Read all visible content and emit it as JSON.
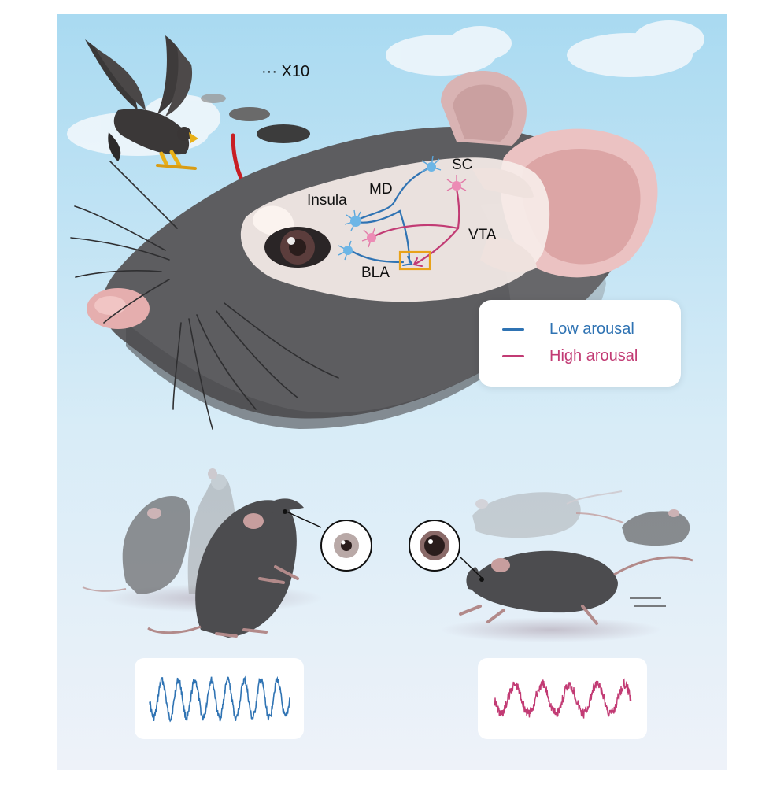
{
  "repeat_label": "··· X10",
  "regions": {
    "insula": "Insula",
    "md": "MD",
    "sc": "SC",
    "vta": "VTA",
    "bla": "BLA"
  },
  "legend": {
    "low": {
      "label": "Low arousal",
      "color": "#2f73b3"
    },
    "high": {
      "label": "High arousal",
      "color": "#c23b74"
    }
  },
  "colors": {
    "sky_top": "#aedcf2",
    "sky_bottom": "#eef3fa",
    "mouse": "#5d5d60",
    "highlight_box": "#e8a21a",
    "arrow": "#c81e24"
  },
  "icons": [
    "eagle-icon",
    "mouse-icon",
    "eye-icon",
    "neuron-icon"
  ]
}
